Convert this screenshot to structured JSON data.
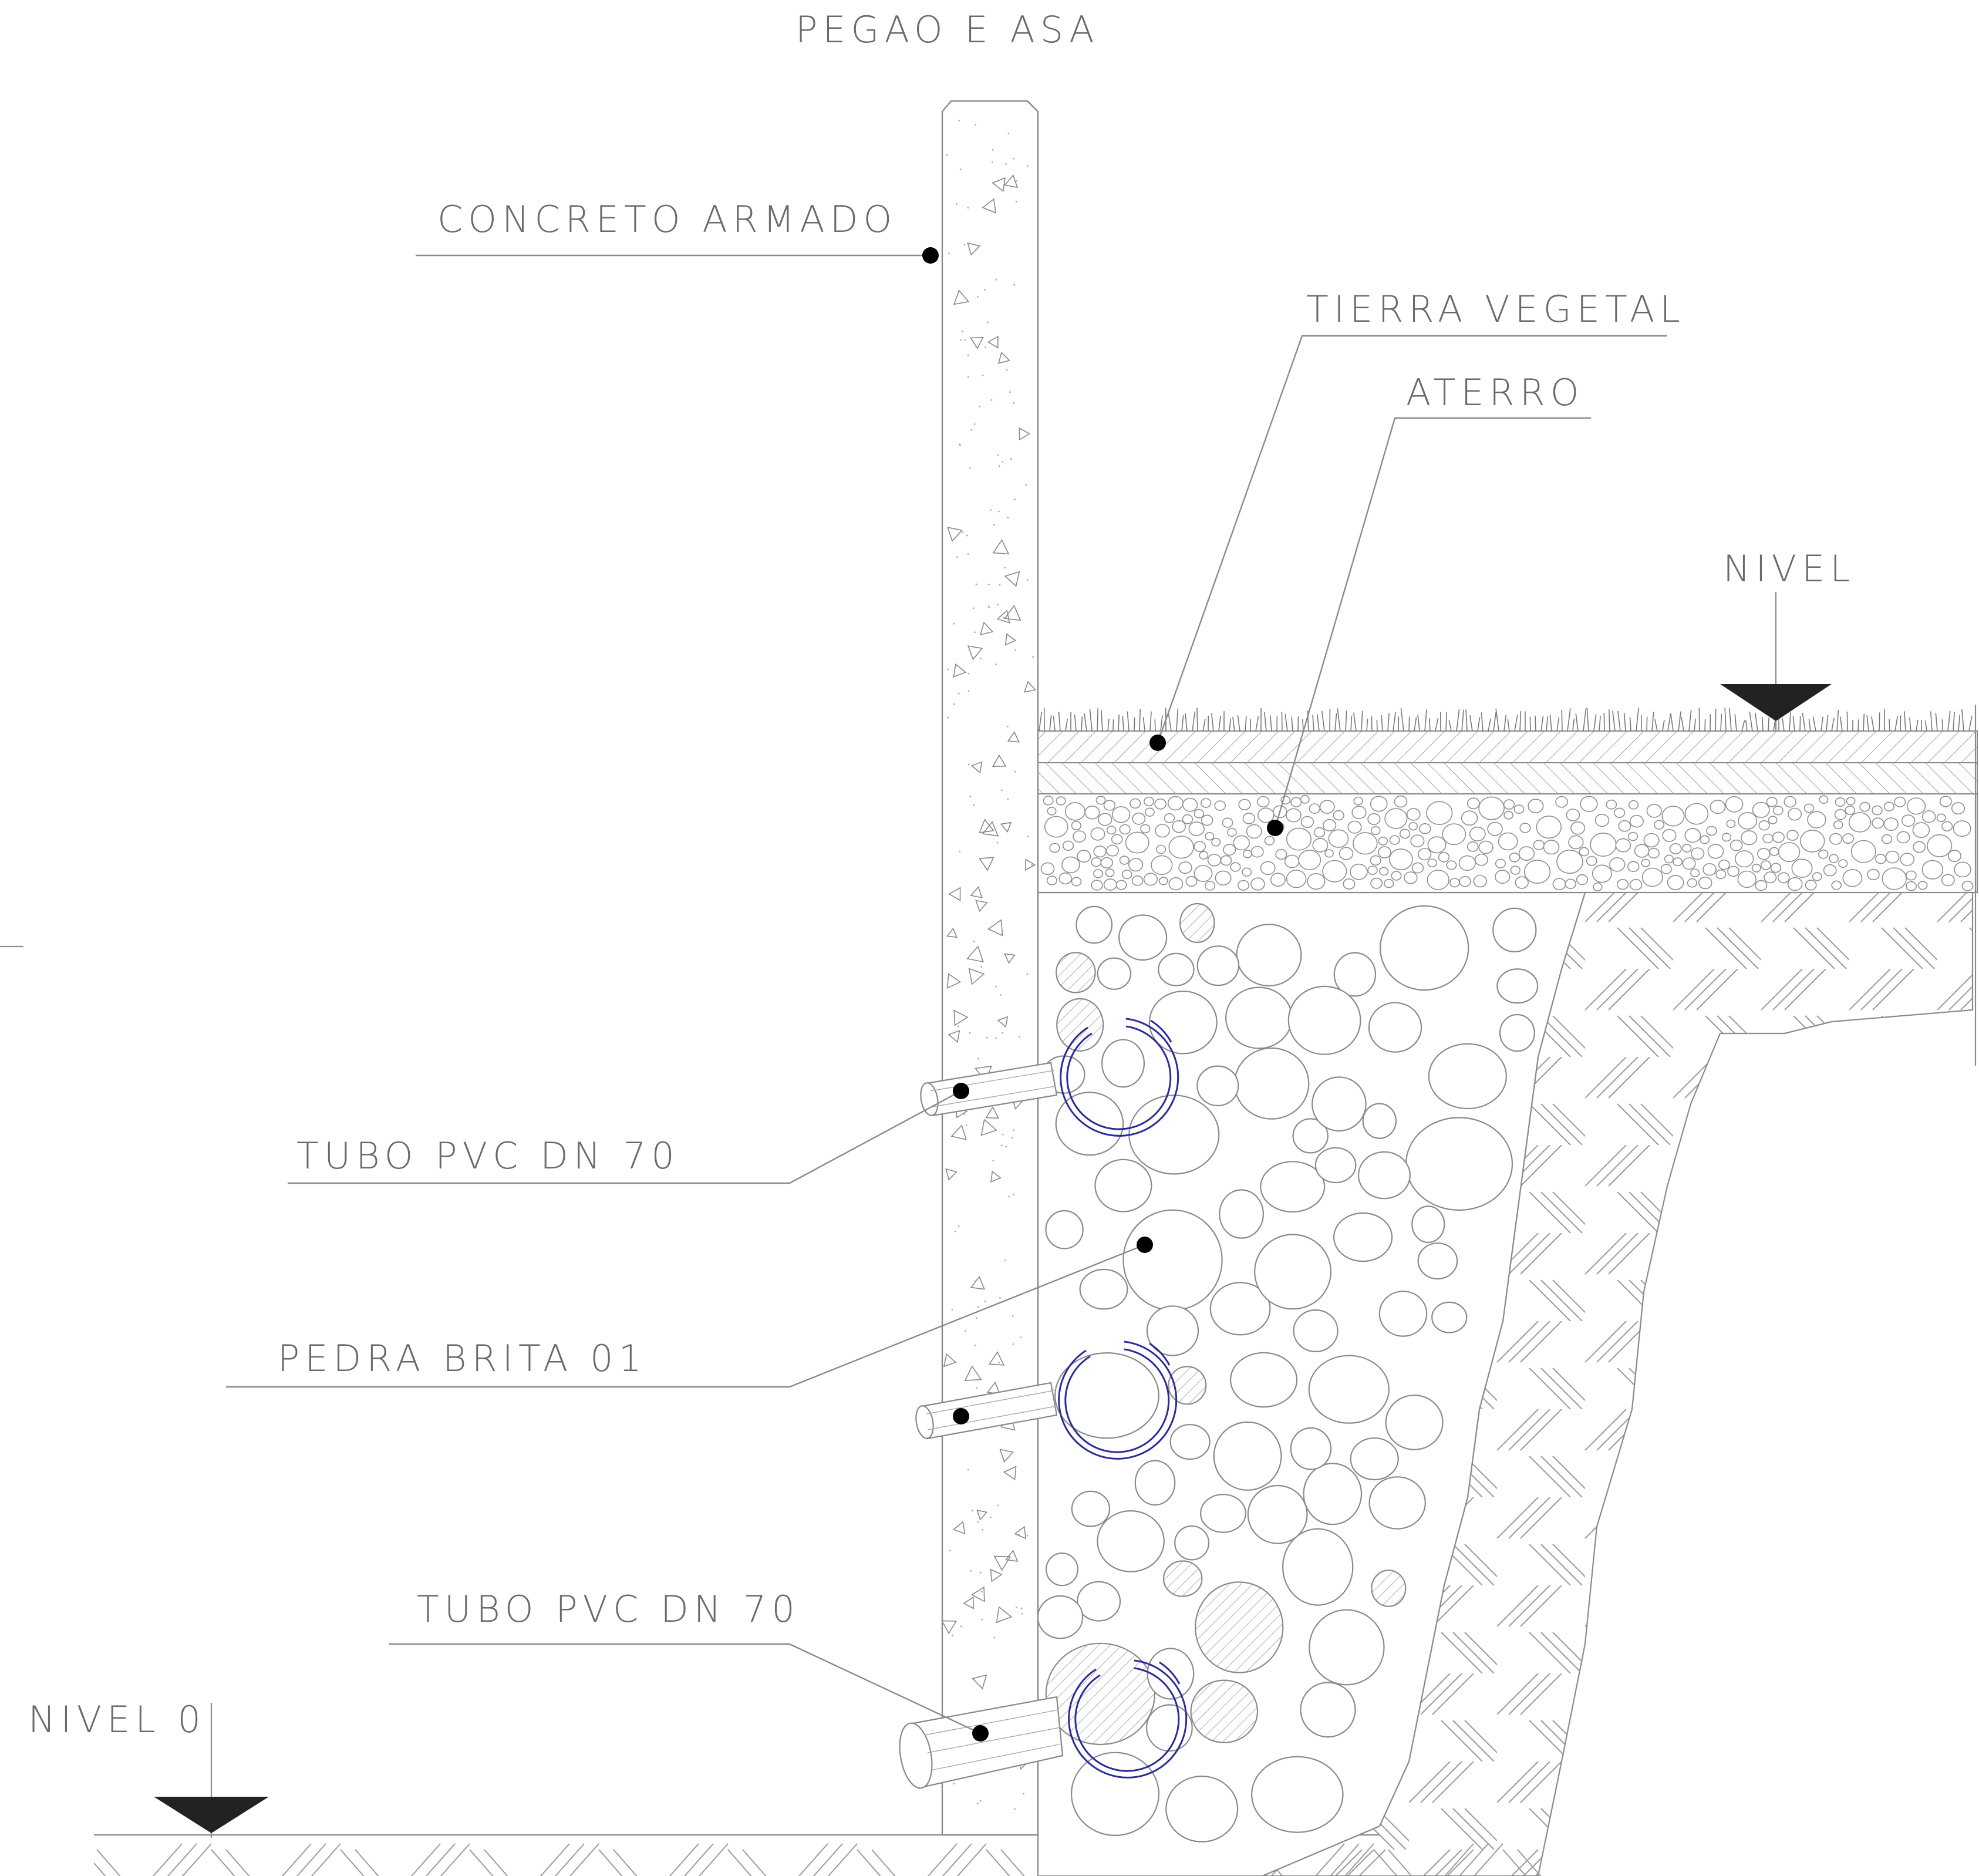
{
  "title": "PEGAO E ASA",
  "labels": {
    "concrete": "CONCRETO ARMADO",
    "topsoil": "TIERRA VEGETAL",
    "fill": "ATERRO",
    "level_top": "NIVEL",
    "pipe_upper": "TUBO PVC DN 70",
    "gravel": "PEDRA BRITA 01",
    "pipe_lower": "TUBO PVC DN 70",
    "level_zero": "NIVEL 0"
  },
  "colors": {
    "line": "#8a8a8a",
    "text": "#6a6a6a",
    "pipe_ring": "#2a2a9a",
    "marker": "#000000"
  }
}
